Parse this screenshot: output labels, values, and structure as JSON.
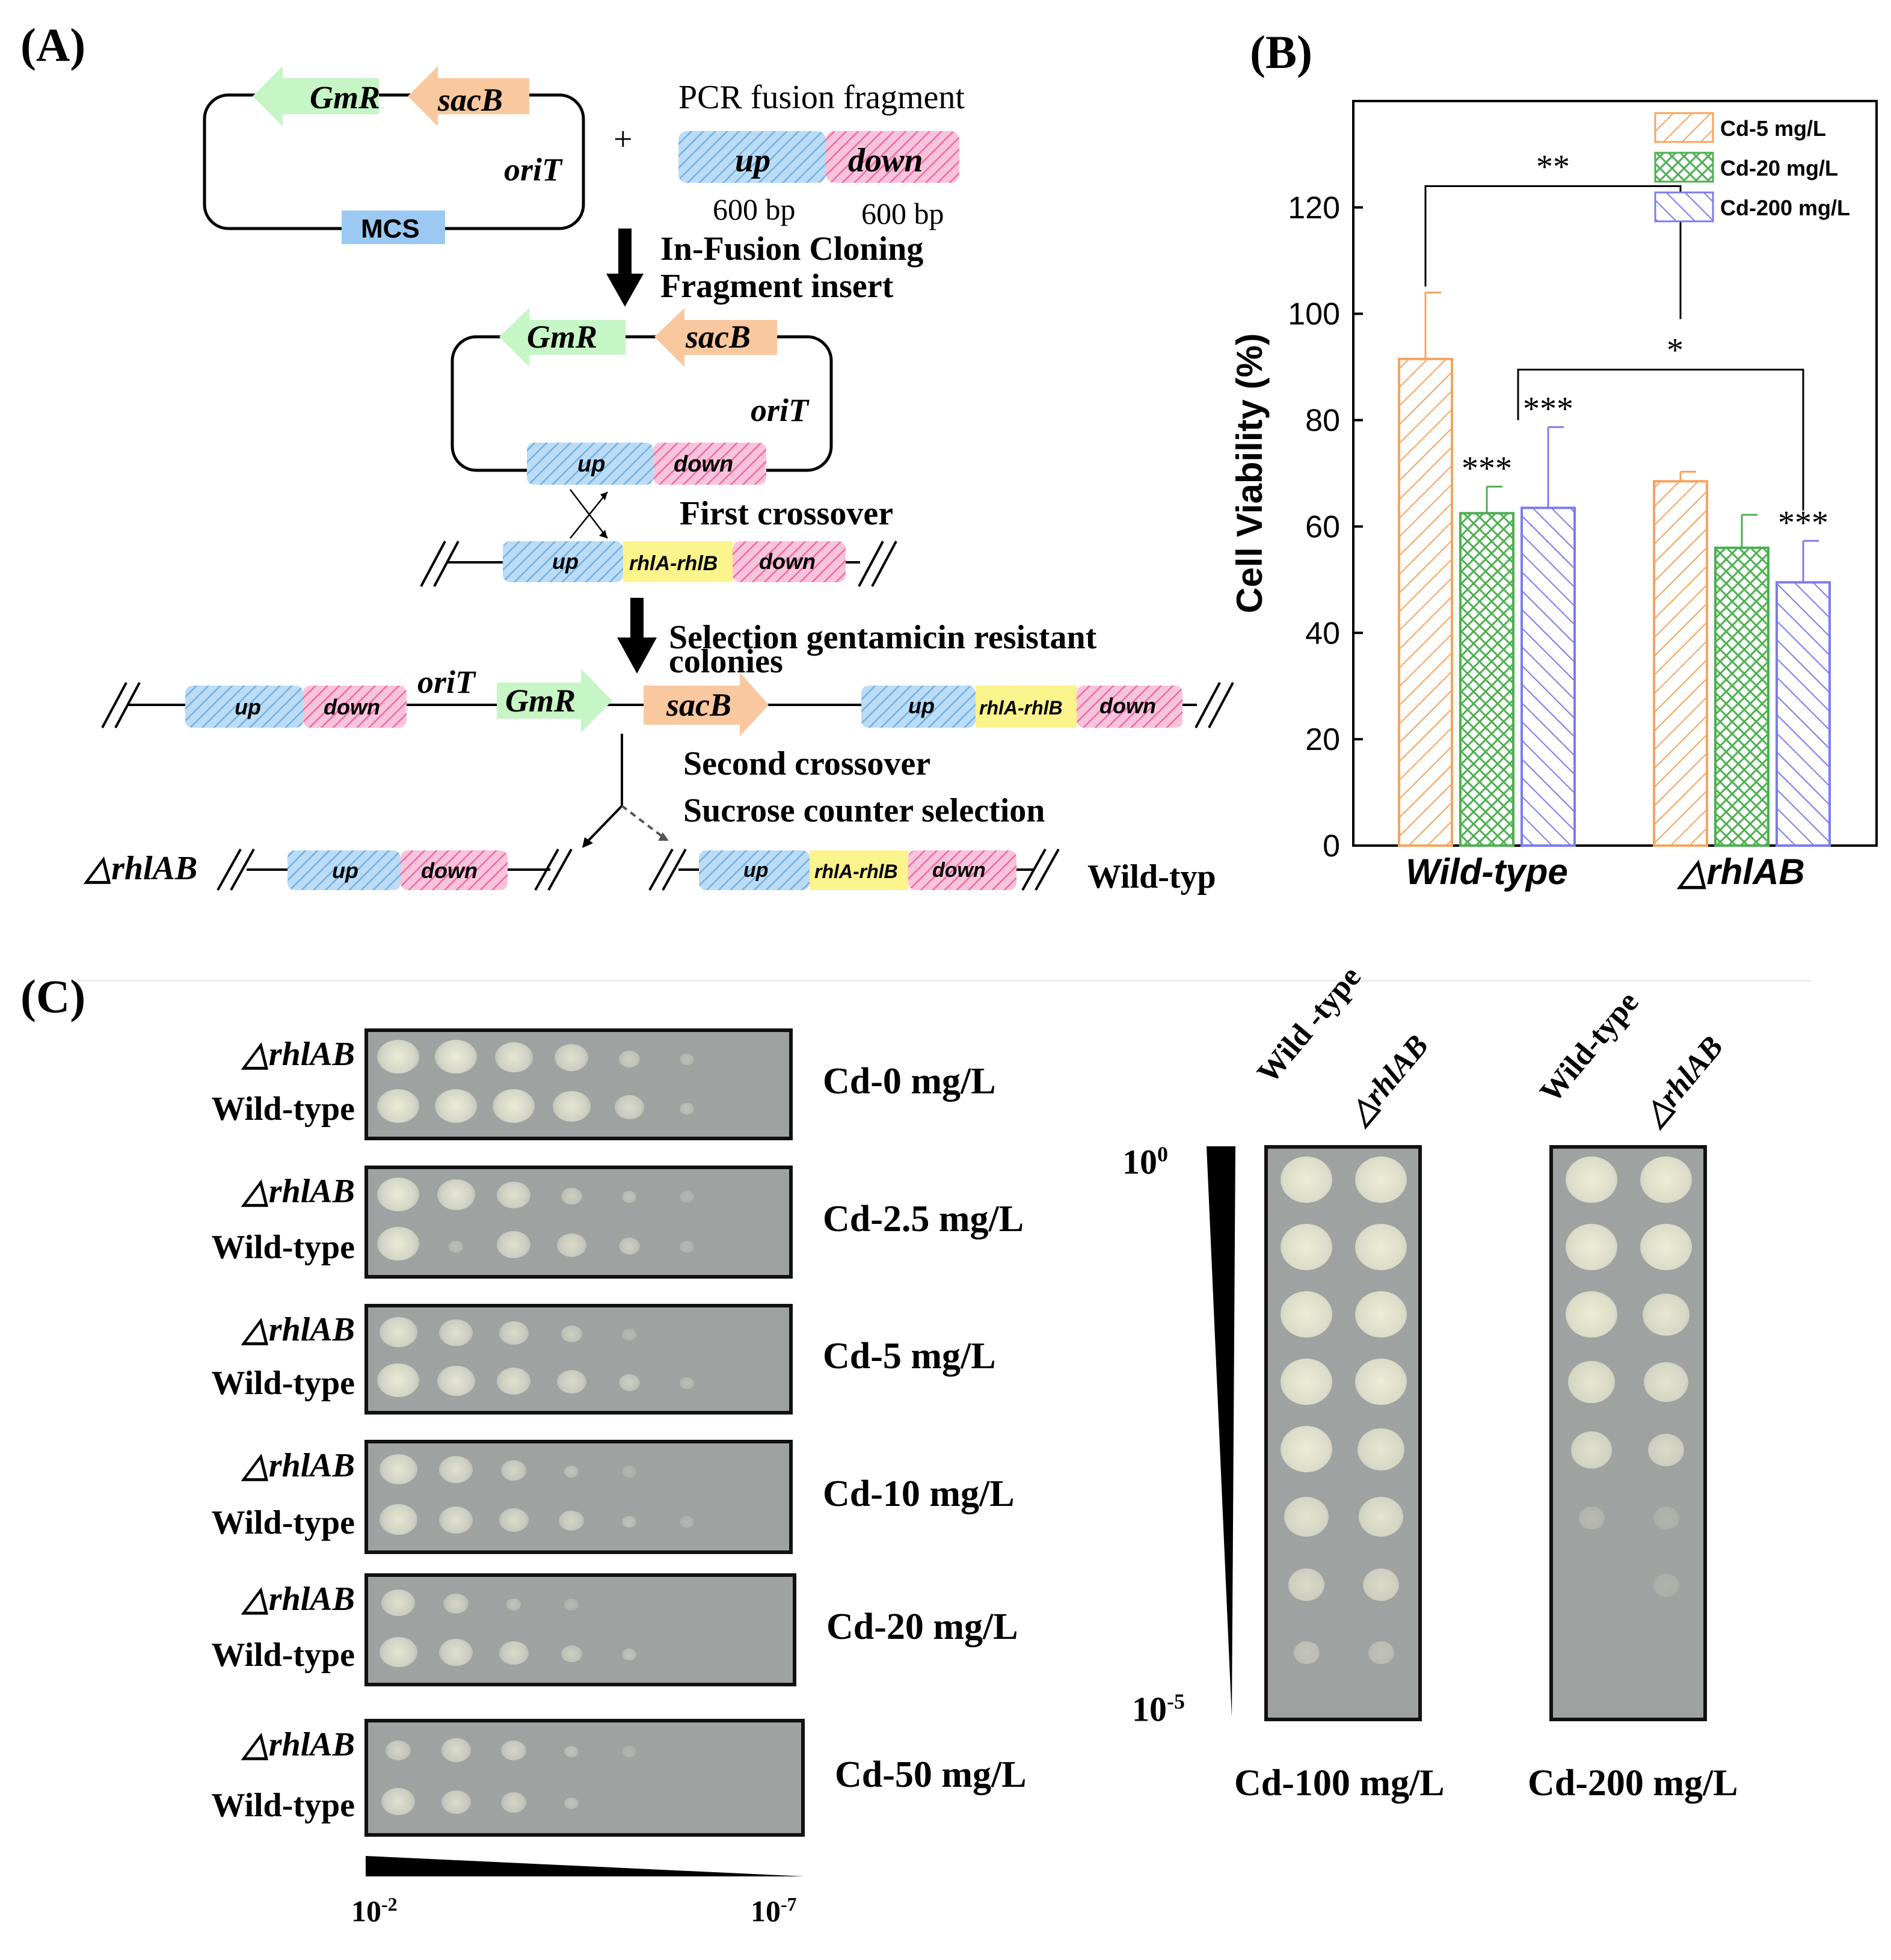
{
  "panel_a": {
    "label": "(A)",
    "pcr_title": "PCR fusion fragment",
    "plus": "+",
    "gmr": "GmR",
    "sacb": "sacB",
    "orit": "oriT",
    "mcs": "MCS",
    "up": "up",
    "down": "down",
    "up_bp": "600 bp",
    "down_bp": "600 bp",
    "step1_line1": "In-Fusion Cloning",
    "step1_line2": "Fragment insert",
    "first_crossover": "First crossover",
    "rhlab_gene": "rhlA-rhlB",
    "step2_line1": "Selection gentamicin resistant",
    "step2_line2": "colonies",
    "second_crossover": "Second crossover",
    "sucrose": "Sucrose counter selection",
    "mutant": "△rhlAB",
    "wildtype": "Wild-typ"
  },
  "panel_b": {
    "label": "(B)",
    "ylabel": "Cell Viability (%)",
    "sig_top": "**",
    "sig_mid": "*",
    "colors": {
      "cd5": "#f7a35c",
      "cd20": "#4caf50",
      "cd200": "#7b7bf0"
    }
  },
  "chart_data": {
    "type": "bar",
    "categories": [
      "Wild-type",
      "△rhlAB"
    ],
    "series": [
      {
        "name": "Cd-5 mg/L",
        "values": [
          91.5,
          68.5
        ],
        "errors": [
          12.5,
          1.8
        ],
        "marks": [
          "",
          ""
        ]
      },
      {
        "name": "Cd-20 mg/L",
        "values": [
          62.5,
          56
        ],
        "errors": [
          5,
          6.2
        ],
        "marks": [
          "***",
          ""
        ]
      },
      {
        "name": "Cd-200 mg/L",
        "values": [
          63.5,
          49.5
        ],
        "errors": [
          15.2,
          7.8
        ],
        "marks": [
          "***",
          "***"
        ]
      }
    ],
    "ylim": [
      0,
      140
    ],
    "yticks": [
      0,
      20,
      40,
      60,
      80,
      100,
      120
    ],
    "ylabel": "Cell Viability (%)",
    "xlabel": "",
    "legend": "top-right",
    "title": ""
  },
  "panel_c": {
    "label": "(C)",
    "mutant": "△rhlAB",
    "wildtype": "Wild-type",
    "plates": [
      {
        "condition": "Cd-0 mg/L",
        "mutant_growth": [
          1,
          1,
          0.9,
          0.8,
          0.5,
          0.2
        ],
        "wild_growth": [
          1,
          1,
          1,
          0.9,
          0.7,
          0.3
        ]
      },
      {
        "condition": "Cd-2.5 mg/L",
        "mutant_growth": [
          1,
          0.9,
          0.8,
          0.5,
          0.3,
          0.05
        ],
        "wild_growth": [
          1,
          0.2,
          0.8,
          0.7,
          0.5,
          0.1
        ]
      },
      {
        "condition": "Cd-5 mg/L",
        "mutant_growth": [
          0.9,
          0.8,
          0.7,
          0.5,
          0.1,
          0
        ],
        "wild_growth": [
          1,
          0.9,
          0.8,
          0.7,
          0.5,
          0.2
        ]
      },
      {
        "condition": "Cd-10 mg/L",
        "mutant_growth": [
          0.9,
          0.8,
          0.6,
          0.3,
          0.05,
          0
        ],
        "wild_growth": [
          0.9,
          0.8,
          0.7,
          0.6,
          0.3,
          0.05
        ]
      },
      {
        "condition": "Cd-20 mg/L",
        "mutant_growth": [
          0.8,
          0.6,
          0.3,
          0.1,
          0,
          0
        ],
        "wild_growth": [
          0.9,
          0.8,
          0.7,
          0.5,
          0.3,
          0
        ]
      },
      {
        "condition": "Cd-50 mg/L",
        "mutant_growth": [
          0.6,
          0.7,
          0.6,
          0.3,
          0.05,
          0
        ],
        "wild_growth": [
          0.8,
          0.7,
          0.6,
          0.3,
          0,
          0
        ]
      }
    ],
    "dilution_low": "10",
    "dilution_low_exp": "-2",
    "dilution_high": "10",
    "dilution_high_exp": "-7",
    "vertical": {
      "top": "10",
      "top_exp": "0",
      "bottom": "10",
      "bottom_exp": "-5",
      "col_wild": "Wild -type",
      "col_mut": "△rhlAB",
      "col_wild_2": "Wild-type",
      "col_mut_2": "△rhlAB",
      "cd100": "Cd-100 mg/L",
      "cd200": "Cd-200 mg/L"
    }
  }
}
